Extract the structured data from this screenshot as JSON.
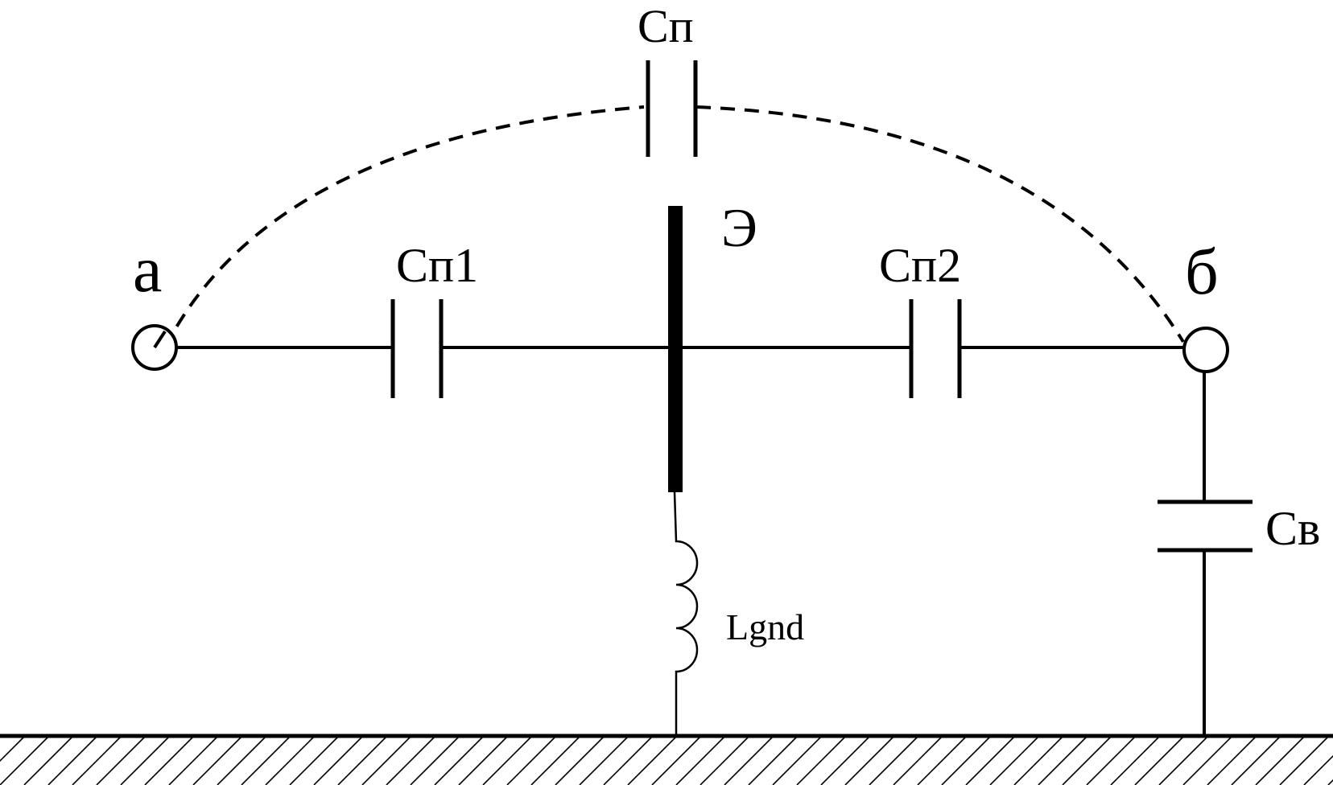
{
  "diagram": {
    "labels": {
      "node_a": "а",
      "node_b": "б",
      "screen": "Э",
      "cap_top": "Сп",
      "cap_left": "Сп1",
      "cap_right": "Сп2",
      "cap_vertical": "Св",
      "inductor": "Lgnd"
    },
    "colors": {
      "line": "#000000",
      "background": "#ffffff"
    }
  }
}
